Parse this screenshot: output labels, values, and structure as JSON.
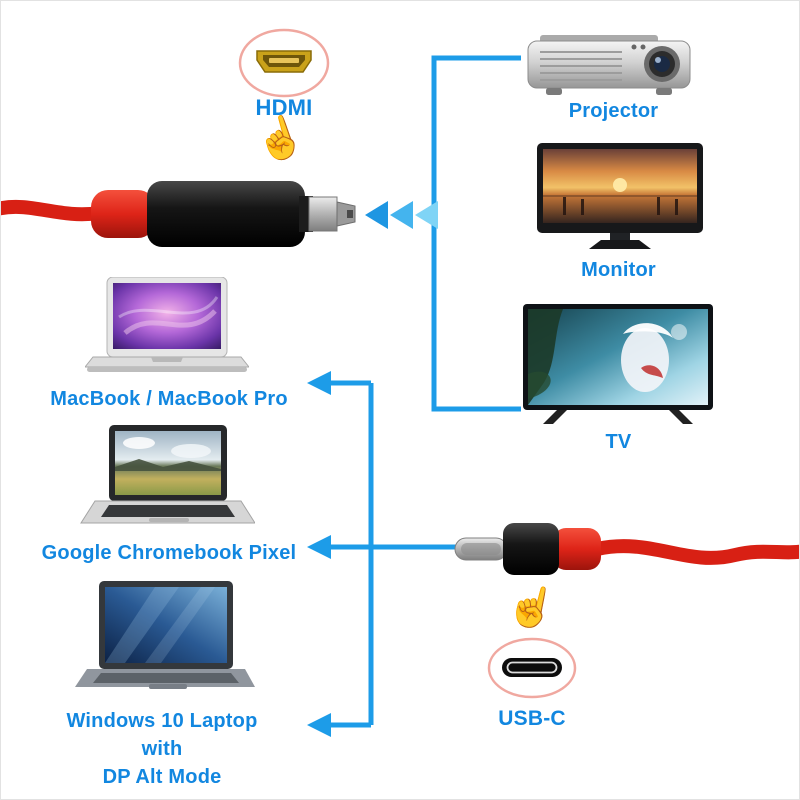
{
  "colors": {
    "accent_blue": "#1287e0",
    "arrow_blue": "#1d9ce8",
    "cable_red": "#de2418"
  },
  "icons": {
    "tap_hand": "☝"
  },
  "hdmi_connector": {
    "label": "HDMI"
  },
  "usbc_connector": {
    "label": "USB-C"
  },
  "output_devices": [
    {
      "label": "Projector"
    },
    {
      "label": "Monitor"
    },
    {
      "label": "TV"
    }
  ],
  "source_devices": [
    {
      "label": "MacBook / MacBook Pro"
    },
    {
      "label": "Google Chromebook Pixel"
    },
    {
      "label": "Windows 10 Laptop with DP Alt Mode",
      "label_line1": "Windows 10 Laptop with",
      "label_line2": "DP Alt Mode"
    }
  ]
}
